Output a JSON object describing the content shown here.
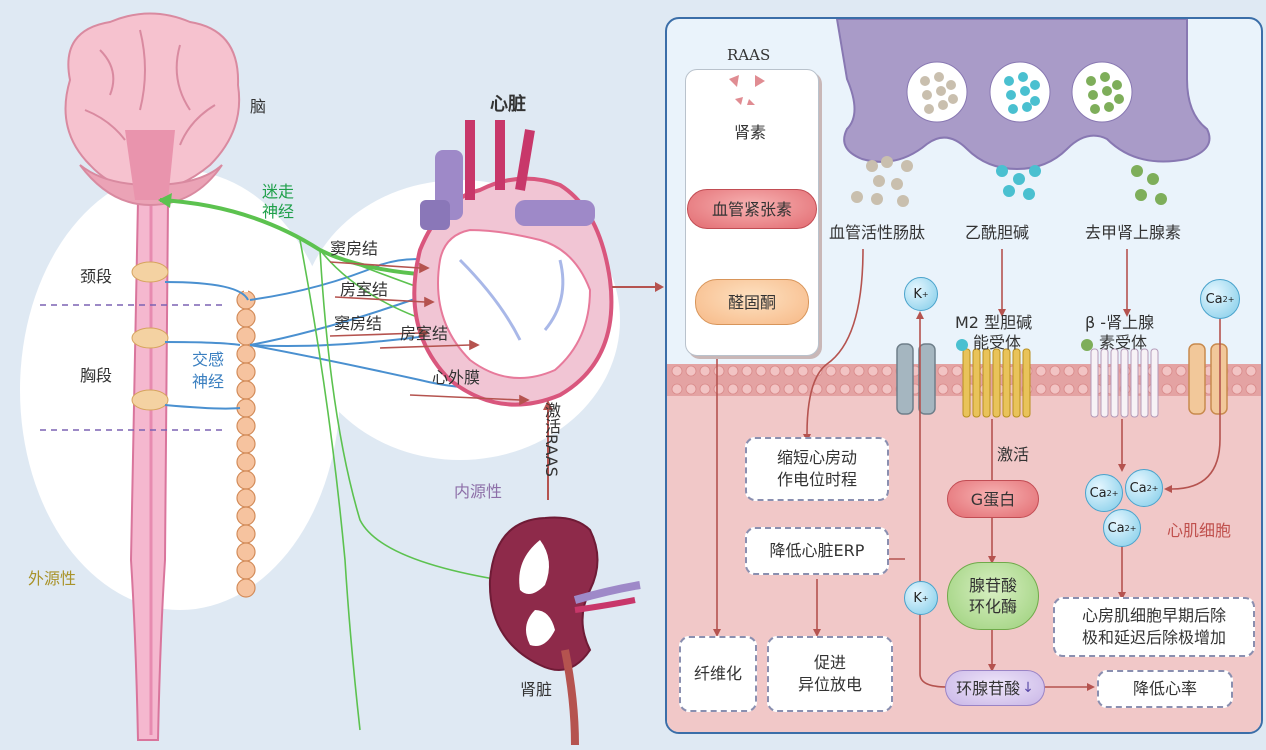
{
  "labels": {
    "brain": "脑",
    "heart": "心脏",
    "vagus_line1": "迷走",
    "vagus_line2": "神经",
    "cervical": "颈段",
    "thoracic": "胸段",
    "sympathetic_line1": "交感",
    "sympathetic_line2": "神经",
    "sa_node_1": "窦房结",
    "av_node_1": "房室结",
    "sa_node_2": "窦房结",
    "av_node_2": "房室结",
    "epicardium": "心外膜",
    "intrinsic": "内源性",
    "extrinsic": "外源性",
    "activate_raas": "激活RAAS",
    "kidney": "肾脏"
  },
  "panel": {
    "raas_title": "RAAS",
    "renin": "肾素",
    "angiotensin": "血管紧张素",
    "aldosterone": "醛固酮",
    "neuropeptide": "血管活性肠肽",
    "acetylcholine": "乙酰胆碱",
    "norepinephrine": "去甲肾上腺素",
    "m2_line1": "M2 型胆碱",
    "m2_line2": "能受体",
    "beta_line1": "β -肾上腺",
    "beta_line2": "素受体",
    "k_ion": "K",
    "k_ion_2": "K",
    "ion_plus": "+",
    "ca_ion": "Ca",
    "ca_charge": "2+",
    "activate": "激活",
    "shorten_line1": "缩短心房动",
    "shorten_line2": "作电位时程",
    "g_protein": "G蛋白",
    "adenylate_line1": "腺苷酸",
    "adenylate_line2": "环化酶",
    "reduce_erp": "降低心脏ERP",
    "fibrosis": "纤维化",
    "ectopic_line1": "促进",
    "ectopic_line2": "异位放电",
    "camp": "环腺苷酸",
    "reduce_hr": "降低心率",
    "cardiomyocyte": "心肌细胞",
    "ead_line1": "心房肌细胞早期后除",
    "ead_line2": "极和延迟后除极增加"
  },
  "colors": {
    "vagus": "#5cc24f",
    "sympathetic": "#4a90d0",
    "arrow": "#b5534f",
    "panel_border": "#3b6ea8",
    "membrane": "#e4a3a3",
    "cytoplasm": "#f1c8c8",
    "neuron_terminal": "#a99bc8"
  }
}
